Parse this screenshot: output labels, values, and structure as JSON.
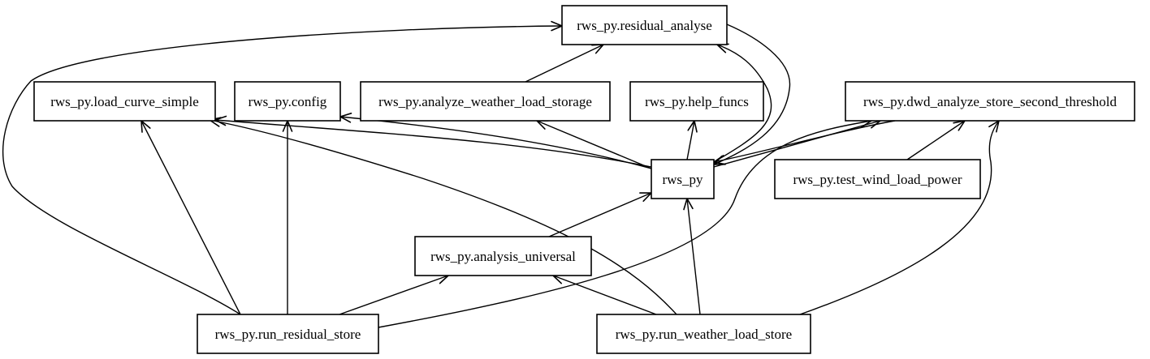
{
  "diagram": {
    "nodes": [
      {
        "id": "residual_analyse",
        "label": "rws_py.residual_analyse"
      },
      {
        "id": "load_curve_simple",
        "label": "rws_py.load_curve_simple"
      },
      {
        "id": "config",
        "label": "rws_py.config"
      },
      {
        "id": "analyze_weather_load_storage",
        "label": "rws_py.analyze_weather_load_storage"
      },
      {
        "id": "help_funcs",
        "label": "rws_py.help_funcs"
      },
      {
        "id": "dwd_analyze_store_second_threshold",
        "label": "rws_py.dwd_analyze_store_second_threshold"
      },
      {
        "id": "rws_py",
        "label": "rws_py"
      },
      {
        "id": "test_wind_load_power",
        "label": "rws_py.test_wind_load_power"
      },
      {
        "id": "analysis_universal",
        "label": "rws_py.analysis_universal"
      },
      {
        "id": "run_residual_store",
        "label": "rws_py.run_residual_store"
      },
      {
        "id": "run_weather_load_store",
        "label": "rws_py.run_weather_load_store"
      }
    ],
    "edges": [
      {
        "from": "analyze_weather_load_storage",
        "to": "residual_analyse"
      },
      {
        "from": "rws_py",
        "to": "residual_analyse"
      },
      {
        "from": "residual_analyse",
        "to": "rws_py"
      },
      {
        "from": "run_residual_store",
        "to": "residual_analyse"
      },
      {
        "from": "rws_py",
        "to": "load_curve_simple"
      },
      {
        "from": "rws_py",
        "to": "config"
      },
      {
        "from": "rws_py",
        "to": "analyze_weather_load_storage"
      },
      {
        "from": "rws_py",
        "to": "help_funcs"
      },
      {
        "from": "rws_py",
        "to": "dwd_analyze_store_second_threshold"
      },
      {
        "from": "dwd_analyze_store_second_threshold",
        "to": "rws_py"
      },
      {
        "from": "test_wind_load_power",
        "to": "dwd_analyze_store_second_threshold"
      },
      {
        "from": "analysis_universal",
        "to": "rws_py"
      },
      {
        "from": "run_residual_store",
        "to": "load_curve_simple"
      },
      {
        "from": "run_residual_store",
        "to": "config"
      },
      {
        "from": "run_residual_store",
        "to": "analysis_universal"
      },
      {
        "from": "run_residual_store",
        "to": "dwd_analyze_store_second_threshold"
      },
      {
        "from": "run_weather_load_store",
        "to": "analysis_universal"
      },
      {
        "from": "run_weather_load_store",
        "to": "rws_py"
      },
      {
        "from": "run_weather_load_store",
        "to": "load_curve_simple"
      },
      {
        "from": "run_weather_load_store",
        "to": "dwd_analyze_store_second_threshold"
      }
    ]
  }
}
